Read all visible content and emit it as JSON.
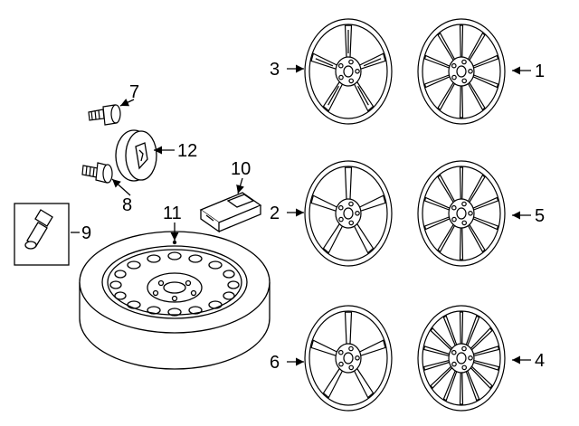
{
  "callouts": {
    "c1": "1",
    "c2": "2",
    "c3": "3",
    "c4": "4",
    "c5": "5",
    "c6": "6",
    "c7": "7",
    "c8": "8",
    "c9": "9",
    "c10": "10",
    "c11": "11",
    "c12": "12"
  },
  "parts": [
    {
      "callout": "1",
      "icon": "ten-spoke-alloy-wheel-icon"
    },
    {
      "callout": "2",
      "icon": "five-spoke-alloy-wheel-icon"
    },
    {
      "callout": "3",
      "icon": "split-five-spoke-alloy-wheel-icon"
    },
    {
      "callout": "4",
      "icon": "multi-spoke-alloy-wheel-icon"
    },
    {
      "callout": "5",
      "icon": "ten-spoke-alloy-wheel-icon"
    },
    {
      "callout": "6",
      "icon": "five-spoke-alloy-wheel-icon"
    },
    {
      "callout": "7",
      "icon": "lug-bolt-icon"
    },
    {
      "callout": "8",
      "icon": "lug-bolt-icon"
    },
    {
      "callout": "9",
      "icon": "valve-stem-icon"
    },
    {
      "callout": "10",
      "icon": "tire-pressure-sensor-icon"
    },
    {
      "callout": "11",
      "icon": "spare-wheel-icon"
    },
    {
      "callout": "12",
      "icon": "center-cap-icon"
    }
  ],
  "colors": {
    "line": "#000000",
    "background": "#ffffff"
  }
}
